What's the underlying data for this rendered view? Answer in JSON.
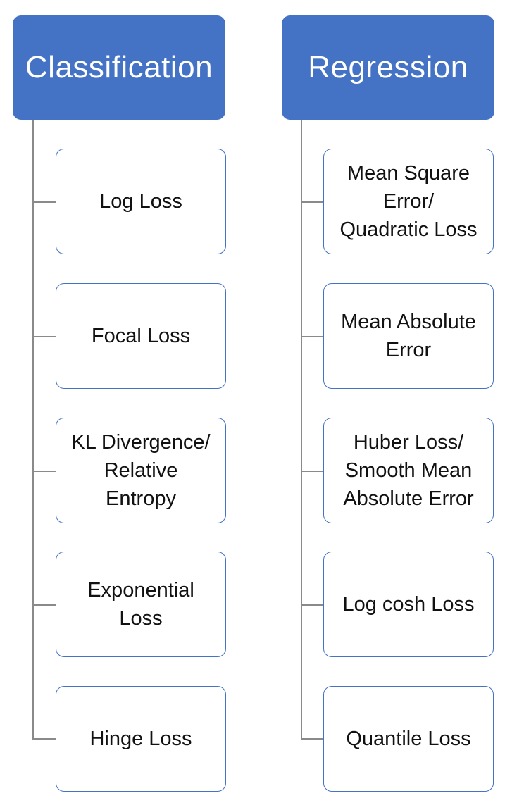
{
  "columns": [
    {
      "title": "Classification",
      "items": [
        "Log Loss",
        "Focal Loss",
        "KL Divergence/\nRelative\nEntropy",
        "Exponential\nLoss",
        "Hinge Loss"
      ]
    },
    {
      "title": "Regression",
      "items": [
        "Mean Square\nError/\nQuadratic Loss",
        "Mean Absolute\nError",
        "Huber Loss/\nSmooth Mean\nAbsolute Error",
        "Log cosh Loss",
        "Quantile Loss"
      ]
    }
  ],
  "colors": {
    "header_fill": "#4472c4",
    "header_text": "#ffffff",
    "box_border": "#4472c4",
    "connector": "#8a8a8a"
  }
}
